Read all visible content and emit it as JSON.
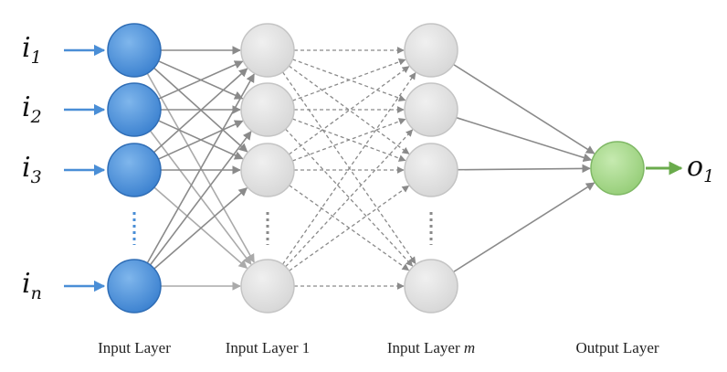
{
  "inputs": [
    {
      "symbol": "i",
      "subscript": "1"
    },
    {
      "symbol": "i",
      "subscript": "2"
    },
    {
      "symbol": "i",
      "subscript": "3"
    },
    {
      "symbol": "i",
      "subscript": "n"
    }
  ],
  "output": {
    "symbol": "o",
    "subscript": "1"
  },
  "captions": {
    "input_layer": "Input Layer",
    "hidden_first": "Input Layer 1",
    "hidden_last_prefix": "Input Layer ",
    "hidden_last_var": "m",
    "output_layer": "Output Layer"
  },
  "colors": {
    "input_node": "#4a90d9",
    "input_stroke": "#2f6db5",
    "hidden_node": "#e0e0e0",
    "hidden_stroke": "#c4c4c4",
    "output_node": "#a6d98a",
    "output_stroke": "#7fb865",
    "input_arrow": "#4a8ed6",
    "output_arrow": "#6aab4c",
    "connection": "#8a8a8a"
  }
}
